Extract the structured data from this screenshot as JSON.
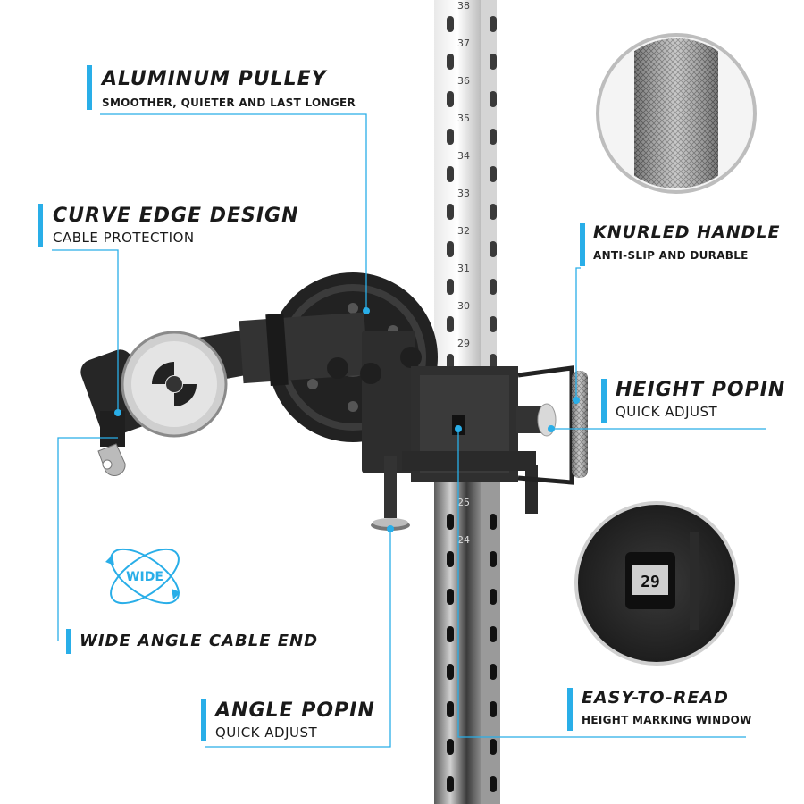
{
  "features": {
    "aluminum_pulley": {
      "title": "ALUMINUM PULLEY",
      "subtitle": "SMOOTHER, QUIETER AND LAST LONGER"
    },
    "curve_edge": {
      "title": "CURVE EDGE DESIGN",
      "subtitle": "CABLE PROTECTION"
    },
    "knurled_handle": {
      "title": "KNURLED HANDLE",
      "subtitle": "ANTI-SLIP AND DURABLE"
    },
    "height_popin": {
      "title": "HEIGHT POPIN",
      "subtitle": "QUICK ADJUST"
    },
    "wide_angle": {
      "title": "WIDE ANGLE CABLE END",
      "icon_label": "WIDE"
    },
    "angle_popin": {
      "title": "ANGLE POPIN",
      "subtitle": "QUICK ADJUST"
    },
    "easy_to_read": {
      "title": "EASY-TO-READ",
      "subtitle": "HEIGHT MARKING WINDOW"
    }
  },
  "rack": {
    "hole_numbers_upper": [
      "38",
      "37",
      "36",
      "35",
      "34",
      "33",
      "32",
      "31",
      "30",
      "29"
    ],
    "hole_numbers_lower": [
      "25",
      "24"
    ],
    "window_number": "29"
  },
  "colors": {
    "accent": "#29aee8",
    "text": "#1a1a1a",
    "metal_dark": "#2a2a2a",
    "chrome": "#c9c9c9"
  }
}
